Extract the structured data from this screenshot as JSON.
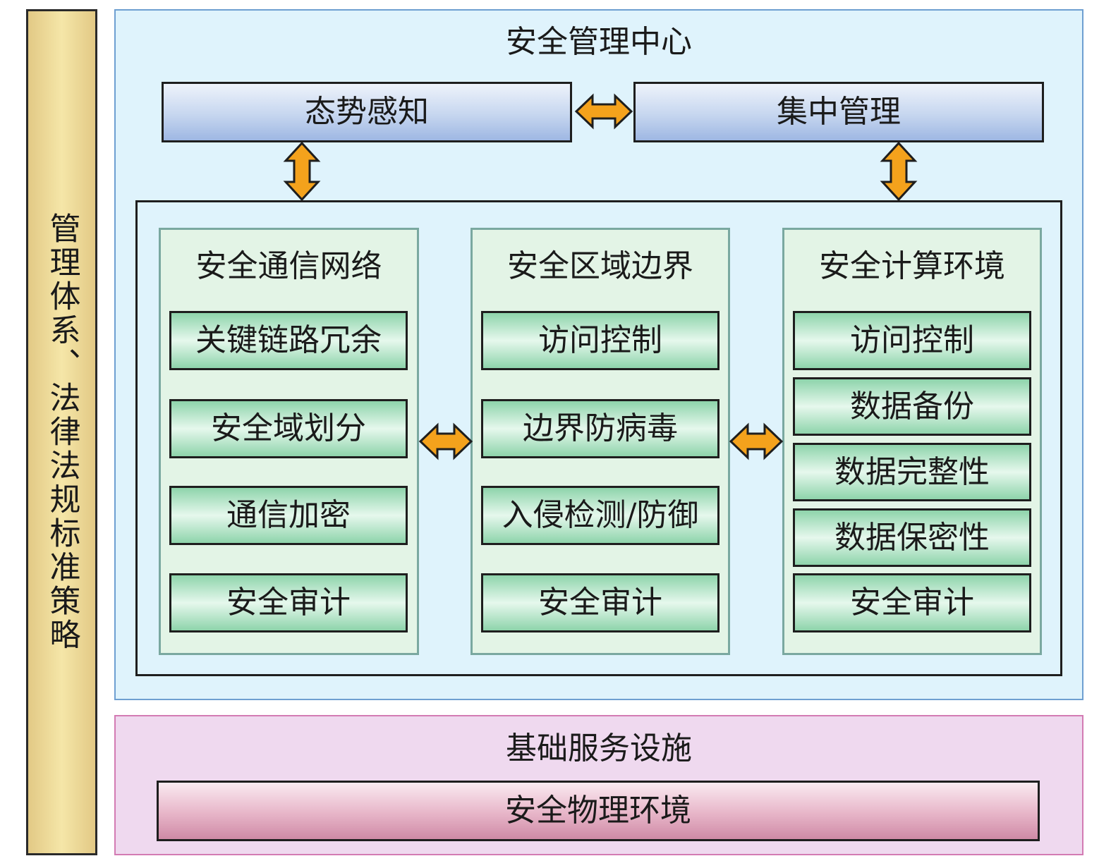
{
  "left_bar": {
    "label": "管理体系、法律法规标准策略"
  },
  "management_center": {
    "title": "安全管理中心",
    "awareness": "态势感知",
    "centralized": "集中管理"
  },
  "columns": [
    {
      "title": "安全通信网络",
      "items": [
        "关键链路冗余",
        "安全域划分",
        "通信加密",
        "安全审计"
      ]
    },
    {
      "title": "安全区域边界",
      "items": [
        "访问控制",
        "边界防病毒",
        "入侵检测/防御",
        "安全审计"
      ]
    },
    {
      "title": "安全计算环境",
      "items": [
        "访问控制",
        "数据备份",
        "数据完整性",
        "数据保密性",
        "安全审计"
      ]
    }
  ],
  "infrastructure": {
    "title": "基础服务设施",
    "physical": "安全物理环境"
  },
  "colors": {
    "arrow_fill": "#f4a21c",
    "mgmt_bg": "#dff3fc",
    "infra_bg": "#efd9ef",
    "column_bg": "#e3f4e6",
    "left_bar_bg": "#f0dc9a"
  }
}
